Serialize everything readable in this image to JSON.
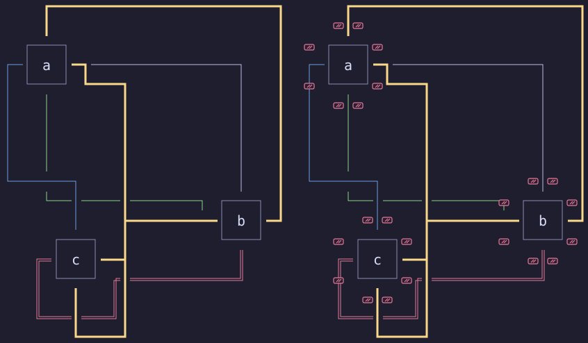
{
  "colors": {
    "background": "#1e1e2e",
    "edge_thick": "#f9d88a",
    "edge_blue": "#6a9fe0",
    "edge_green": "#8fd28a",
    "edge_pink": "#e6799a",
    "edge_lavender": "#b9bfe6",
    "port_badge": "#e6799a"
  },
  "panels": [
    {
      "id": "left",
      "nodes": [
        {
          "id": "a",
          "label": "a"
        },
        {
          "id": "b",
          "label": "b"
        },
        {
          "id": "c",
          "label": "c"
        }
      ],
      "show_ports": false
    },
    {
      "id": "right",
      "nodes": [
        {
          "id": "a",
          "label": "a"
        },
        {
          "id": "b",
          "label": "b"
        },
        {
          "id": "c",
          "label": "c"
        }
      ],
      "show_ports": true
    }
  ]
}
